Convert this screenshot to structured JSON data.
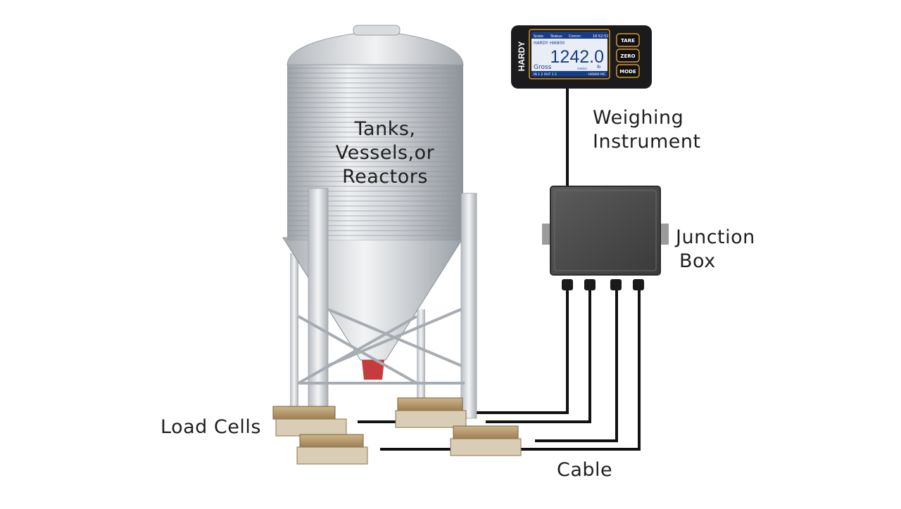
{
  "labels": {
    "tank": [
      "Tanks,",
      "Vessels,or",
      "Reactors"
    ],
    "instrument": [
      "Weighing",
      "Instrument"
    ],
    "junction_box": [
      "Junction",
      "Box"
    ],
    "load_cells": "Load Cells",
    "cable": "Cable"
  },
  "instrument_display": {
    "brand": "HARDY",
    "status_bar": [
      "Scale:",
      "Status:",
      "Comm:",
      "16:52:52"
    ],
    "model_line": "HARDY HI6800",
    "reading": "1242.0",
    "unit": "lb",
    "mode": "Gross",
    "motion": "motion",
    "io_line": "IN 1 2   OUT 1 2",
    "model_footer": "HI6800 MC",
    "buttons": [
      "TARE",
      "ZERO",
      "MODE"
    ]
  },
  "colors": {
    "background": "#ffffff",
    "label_text": "#1f1f1f",
    "cable": "#111111",
    "display_bezel": "#1b1b1d",
    "display_accent": "#d79a2b",
    "screen": "#e9eef6",
    "screen_reading": "#173d86",
    "tank_silver": "#c9ccd0",
    "hopper_tip": "#c63b3b",
    "junction_box": "#4a4a4a",
    "load_cell_brass": "#b89a6a"
  }
}
